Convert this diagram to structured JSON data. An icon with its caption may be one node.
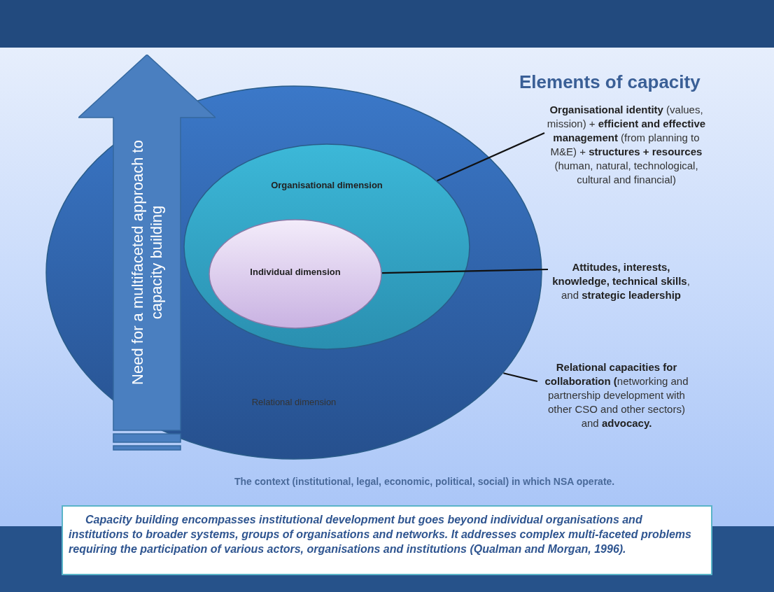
{
  "diagram": {
    "title": "Elements of capacity",
    "nodes": [
      {
        "text": [
          "Relational dimension"
        ]
      },
      {
        "text": [
          "Organisational dimension"
        ],
        "in": 0
      },
      {
        "text": [
          "Individual dimension"
        ],
        "in": 1
      },
      {
        "text": [
          "Need for a multifaceted approach to capacity building"
        ]
      },
      {
        "text": [
          "**Organisational identity** (values, mission) + **efficient and effective management** (from planning to M&E) + **structures  + resources** (human, natural, technological, cultural and financial)"
        ]
      },
      {
        "text": [
          "**Attitudes, interests, knowledge, technical skills**, and **strategic leadership**"
        ]
      },
      {
        "text": [
          "**Relational capacities for collaboration (**networking and partnership development with other CSO and other sectors) and **advocacy.**"
        ]
      },
      {
        "text": [
          "Capacity building encompasses institutional development but goes beyond individual organisations and institutions to broader systems, groups of organisations and networks. It addresses complex multi-faceted problems requiring the participation of various actors, organisations and institutions (Qualman and Morgan, 1996)."
        ]
      }
    ],
    "edges": [
      {
        "from": 4,
        "to": 1,
        "arrow": "none"
      },
      {
        "from": 5,
        "to": 2,
        "arrow": "none"
      },
      {
        "from": 6,
        "to": 0,
        "arrow": "none"
      }
    ],
    "labels": [
      "The context (institutional, legal, economic, political, social) in which NSA operate."
    ]
  }
}
